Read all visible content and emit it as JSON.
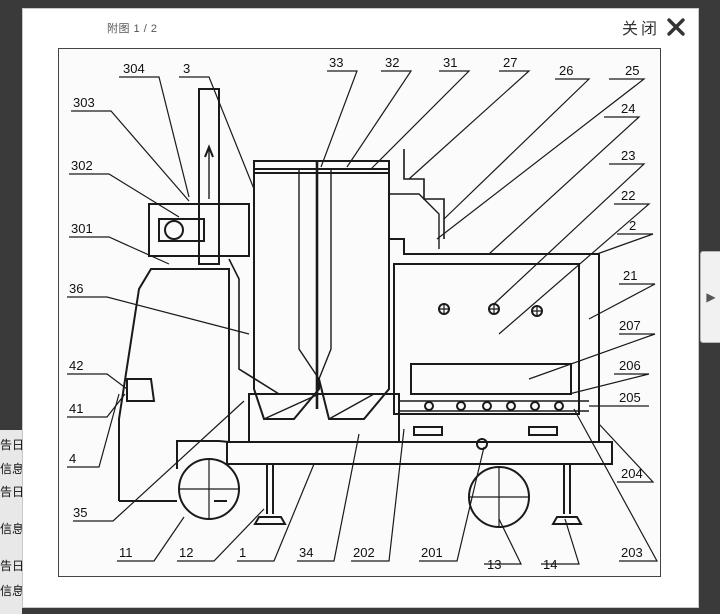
{
  "viewer": {
    "counter": "附图 1 / 2",
    "close_label": "关闭"
  },
  "background_text": [
    "告日",
    "信息",
    "告日",
    "信息",
    "告日",
    "信息"
  ],
  "figure": {
    "callouts": [
      "304",
      "3",
      "303",
      "302",
      "301",
      "36",
      "42",
      "41",
      "4",
      "35",
      "11",
      "12",
      "1",
      "34",
      "202",
      "201",
      "13",
      "14",
      "203",
      "33",
      "32",
      "31",
      "27",
      "26",
      "25",
      "24",
      "23",
      "22",
      "2",
      "21",
      "207",
      "206",
      "205",
      "204"
    ]
  }
}
